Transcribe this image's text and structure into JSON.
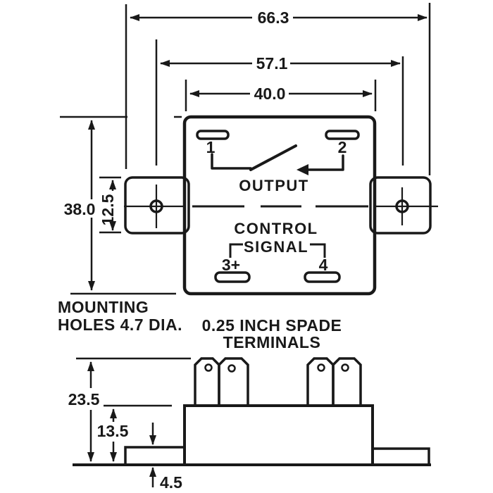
{
  "drawing": {
    "top_view": {
      "dims": {
        "overall_width": "66.3",
        "hole_spacing": "57.1",
        "body_width": "40.0",
        "body_height": "38.0",
        "flange_width": "12.5"
      },
      "terminals": {
        "t1": "1",
        "t2": "2",
        "t3": "3+",
        "t4": "4"
      },
      "labels": {
        "output": "OUTPUT",
        "control": "CONTROL",
        "signal": "SIGNAL"
      },
      "notes": {
        "mounting_line1": "MOUNTING",
        "mounting_line2": "HOLES 4.7 DIA.",
        "spade_line1": "0.25 INCH SPADE",
        "spade_line2": "TERMINALS"
      }
    },
    "side_view": {
      "dims": {
        "total_height": "23.5",
        "body_height": "13.5",
        "flange_thickness": "4.5"
      }
    }
  }
}
